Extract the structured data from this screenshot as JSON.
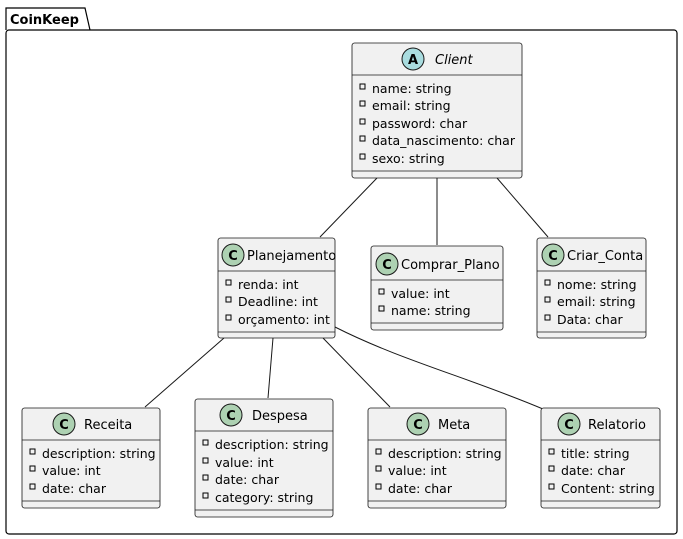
{
  "package": {
    "name": "CoinKeep"
  },
  "classes": [
    {
      "id": "client",
      "name": "Client",
      "stereotype": "A",
      "abstract": true,
      "attributes": [
        "name: string",
        "email: string",
        "password: char",
        "data_nascimento: char",
        "sexo: string"
      ]
    },
    {
      "id": "planejamento",
      "name": "Planejamento",
      "stereotype": "C",
      "attributes": [
        "renda: int",
        "Deadline: int",
        "orçamento: int"
      ]
    },
    {
      "id": "comprar_plano",
      "name": "Comprar_Plano",
      "stereotype": "C",
      "attributes": [
        "value: int",
        "name: string"
      ]
    },
    {
      "id": "criar_conta",
      "name": "Criar_Conta",
      "stereotype": "C",
      "attributes": [
        "nome: string",
        "email: string",
        "Data: char"
      ]
    },
    {
      "id": "receita",
      "name": "Receita",
      "stereotype": "C",
      "attributes": [
        "description: string",
        "value: int",
        "date: char"
      ]
    },
    {
      "id": "despesa",
      "name": "Despesa",
      "stereotype": "C",
      "attributes": [
        "description: string",
        "value: int",
        "date: char",
        "category: string"
      ]
    },
    {
      "id": "meta",
      "name": "Meta",
      "stereotype": "C",
      "attributes": [
        "description: string",
        "value: int",
        "date: char"
      ]
    },
    {
      "id": "relatorio",
      "name": "Relatorio",
      "stereotype": "C",
      "attributes": [
        "title: string",
        "date: char",
        "Content: string"
      ]
    }
  ],
  "relations": [
    {
      "from": "client",
      "to": "planejamento"
    },
    {
      "from": "client",
      "to": "comprar_plano"
    },
    {
      "from": "client",
      "to": "criar_conta"
    },
    {
      "from": "planejamento",
      "to": "receita"
    },
    {
      "from": "planejamento",
      "to": "despesa"
    },
    {
      "from": "planejamento",
      "to": "meta"
    },
    {
      "from": "planejamento",
      "to": "relatorio"
    }
  ],
  "colors": {
    "class_fill": "#F1F1F1",
    "class_circle": "#ADD1B2",
    "abstract_circle": "#A9DCDF",
    "border": "#181818"
  }
}
